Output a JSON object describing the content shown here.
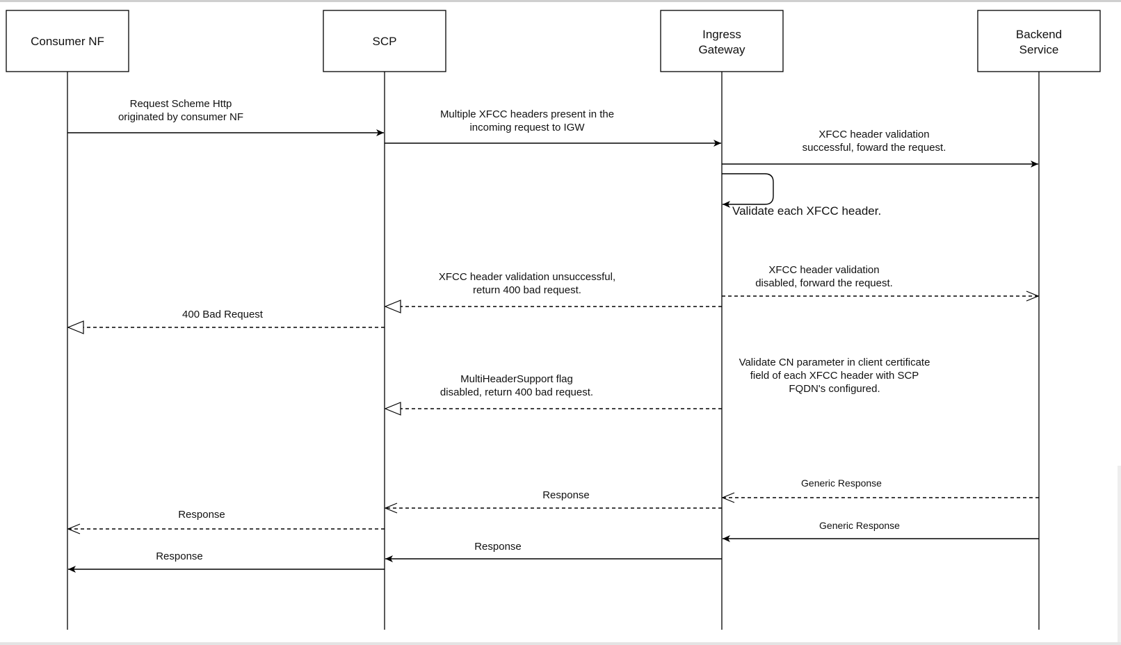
{
  "participants": [
    {
      "lines": [
        "Consumer NF"
      ]
    },
    {
      "lines": [
        "SCP"
      ]
    },
    {
      "lines": [
        "Ingress",
        "Gateway"
      ]
    },
    {
      "lines": [
        "Backend",
        "Service"
      ]
    }
  ],
  "messages": [
    {
      "from": 0,
      "to": 1,
      "style": "solid",
      "head": "filled",
      "lines": [
        "Request Scheme Http",
        "originated by consumer NF"
      ]
    },
    {
      "from": 1,
      "to": 2,
      "style": "solid",
      "head": "filled",
      "lines": [
        "Multiple XFCC headers present in the",
        "incoming request to IGW"
      ]
    },
    {
      "from": 2,
      "to": 3,
      "style": "solid",
      "head": "filled",
      "lines": [
        "XFCC header validation",
        "successful, foward the request."
      ]
    },
    {
      "from": 2,
      "to": 2,
      "style": "solid",
      "head": "filled",
      "self": true,
      "lines": [
        "Validate each XFCC header."
      ]
    },
    {
      "from": 2,
      "to": 3,
      "style": "dashed",
      "head": "open",
      "lines": [
        "XFCC header validation",
        "disabled, forward the request."
      ]
    },
    {
      "from": 2,
      "to": 1,
      "style": "dashed",
      "head": "hollow",
      "lines": [
        "XFCC header validation unsuccessful,",
        "return 400 bad request."
      ]
    },
    {
      "from": 1,
      "to": 0,
      "style": "dashed",
      "head": "hollow",
      "lines": [
        "400 Bad Request"
      ]
    },
    {
      "from": 2,
      "to": 1,
      "style": "dashed",
      "head": "hollow",
      "lines": [
        "MultiHeaderSupport flag",
        "disabled, return 400 bad request."
      ]
    },
    {
      "from": 3,
      "to": 2,
      "style": "dashed",
      "head": "open",
      "lines": [
        "Generic Response"
      ]
    },
    {
      "from": 2,
      "to": 1,
      "style": "dashed",
      "head": "open",
      "lines": [
        "Response"
      ]
    },
    {
      "from": 1,
      "to": 0,
      "style": "dashed",
      "head": "open",
      "lines": [
        "Response"
      ]
    },
    {
      "from": 3,
      "to": 2,
      "style": "solid",
      "head": "filled",
      "lines": [
        "Generic Response"
      ]
    },
    {
      "from": 2,
      "to": 1,
      "style": "solid",
      "head": "filled",
      "lines": [
        "Response"
      ]
    },
    {
      "from": 1,
      "to": 0,
      "style": "solid",
      "head": "filled",
      "lines": [
        "Response"
      ]
    }
  ],
  "notes": [
    {
      "lines": [
        "Validate CN parameter in client certificate",
        "field of each XFCC header with SCP",
        "FQDN's configured."
      ]
    }
  ]
}
